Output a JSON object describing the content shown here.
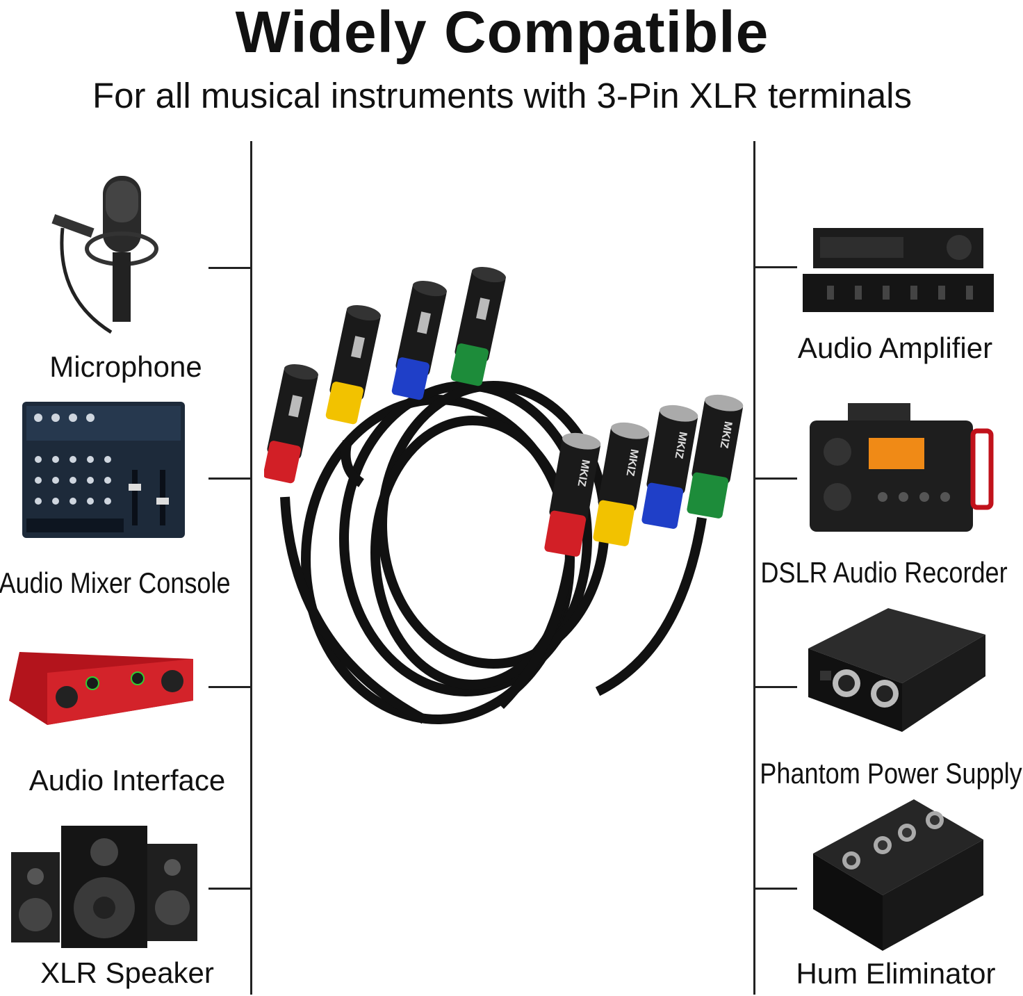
{
  "header": {
    "title": "Widely Compatible",
    "subtitle": "For all musical instruments with 3-Pin XLR terminals"
  },
  "left_devices": [
    {
      "label": "Microphone",
      "icon": "condenser-microphone-icon"
    },
    {
      "label": "Audio Mixer Console",
      "icon": "mixer-console-icon"
    },
    {
      "label": "Audio Interface",
      "icon": "audio-interface-icon"
    },
    {
      "label": "XLR Speaker",
      "icon": "studio-speakers-icon"
    }
  ],
  "right_devices": [
    {
      "label": "Audio Amplifier",
      "icon": "amplifier-icon"
    },
    {
      "label": "DSLR Audio Recorder",
      "icon": "audio-recorder-icon"
    },
    {
      "label": "Phantom Power Supply",
      "icon": "phantom-power-icon"
    },
    {
      "label": "Hum Eliminator",
      "icon": "hum-eliminator-icon"
    }
  ],
  "product": {
    "brand": "MKIZ",
    "connector_colors": [
      "#d21f26",
      "#f2c200",
      "#1f3fc8",
      "#1d8c3a"
    ]
  }
}
